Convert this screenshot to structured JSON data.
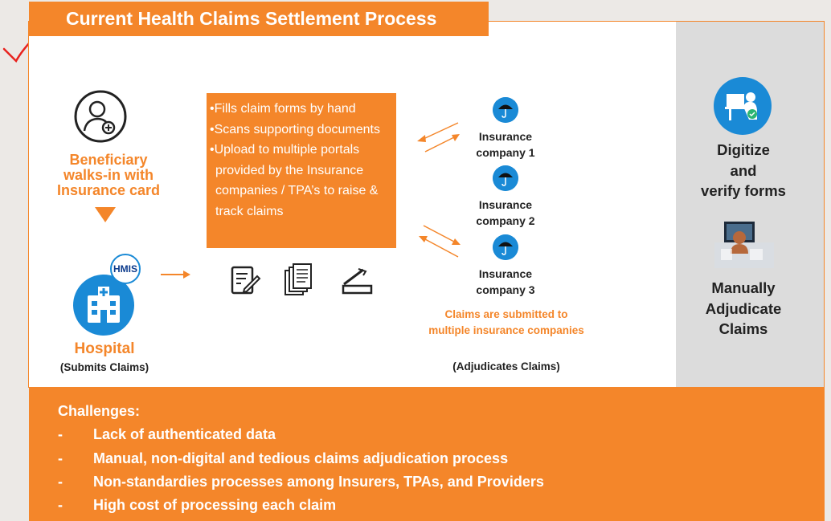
{
  "title": "Current Health Claims Settlement Process",
  "beneficiary": {
    "label_lines": [
      "Beneficiary",
      "walks-in with",
      "Insurance card"
    ]
  },
  "hospital": {
    "badge": "HMIS",
    "label": "Hospital",
    "sublabel": "(Submits Claims)"
  },
  "steps": [
    "•Fills claim forms by hand",
    "•Scans supporting documents",
    "•Upload to multiple portals provided by the Insurance companies / TPA’s to raise & track claims"
  ],
  "insurers": [
    {
      "line1": "Insurance",
      "line2": "company 1"
    },
    {
      "line1": "Insurance",
      "line2": "company 2"
    },
    {
      "line1": "Insurance",
      "line2": "company 3"
    }
  ],
  "claims_note": [
    "Claims are submitted to",
    "multiple insurance companies"
  ],
  "adjudicates_label": "(Adjudicates Claims)",
  "digitize": [
    "Digitize",
    "and",
    "verify forms"
  ],
  "manual": [
    "Manually",
    "Adjudicate",
    "Claims"
  ],
  "challenges": {
    "heading": "Challenges:",
    "items": [
      "Lack of authenticated data",
      "Manual, non-digital and tedious claims adjudication process",
      "Non-standardies processes among Insurers, TPAs, and Providers",
      "High cost of processing each claim"
    ]
  },
  "colors": {
    "accent": "#f4862a",
    "icon_blue": "#1a8ad6",
    "panel_grey": "#dcdcdc"
  },
  "icons": [
    "patient-icon",
    "hospital-icon",
    "form-edit-icon",
    "documents-icon",
    "scanner-icon",
    "umbrella-icon",
    "computer-user-icon",
    "desktop-user-icon"
  ]
}
